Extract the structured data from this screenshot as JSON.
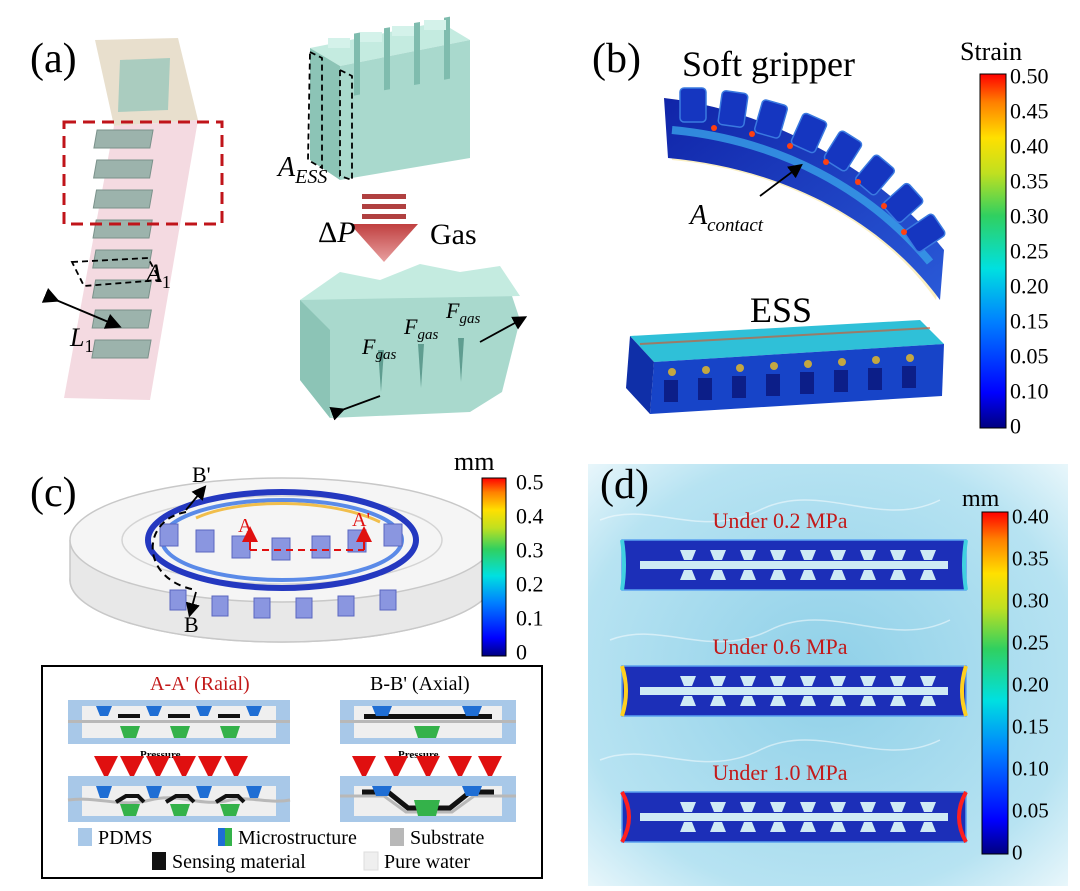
{
  "panels": {
    "a": {
      "label": "(a)",
      "a_ess": "A",
      "a_ess_sub": "ESS",
      "delta_p": "ΔP",
      "gas": "Gas",
      "a1": "A",
      "a1_sub": "1",
      "l1": "L",
      "l1_sub": "1",
      "f_gas": "F",
      "f_gas_sub": "gas"
    },
    "b": {
      "label": "(b)",
      "title_gripper": "Soft gripper",
      "title_ess": "ESS",
      "a_contact": "A",
      "a_contact_sub": "contact",
      "colorbar_title": "Strain",
      "colorbar_ticks": [
        "0.50",
        "0.45",
        "0.40",
        "0.35",
        "0.30",
        "0.25",
        "0.20",
        "0.15",
        "0.05",
        "0.10",
        "0"
      ]
    },
    "c": {
      "label": "(c)",
      "colorbar_title": "mm",
      "colorbar_ticks": [
        "0.5",
        "0.4",
        "0.3",
        "0.2",
        "0.1",
        "0"
      ],
      "marker_b_prime": "B'",
      "marker_b": "B",
      "marker_a": "A",
      "marker_a_prime": "A'",
      "section_radial": "A-A' (Raial)",
      "section_axial": "B-B' (Axial)",
      "pressure_left": "Pressure",
      "pressure_right": "Pressure",
      "legend": {
        "pdms": "PDMS",
        "microstructure": "Microstructure",
        "substrate": "Substrate",
        "sensing": "Sensing material",
        "water": "Pure water"
      }
    },
    "d": {
      "label": "(d)",
      "colorbar_title": "mm",
      "colorbar_ticks": [
        "0.40",
        "0.35",
        "0.30",
        "0.25",
        "0.20",
        "0.15",
        "0.10",
        "0.05",
        "0"
      ],
      "pressures": [
        "Under 0.2 MPa",
        "Under 0.6 MPa",
        "Under 1.0 MPa"
      ]
    }
  },
  "colors": {
    "mint": "#a9d9cd",
    "mint_dark": "#7fbcae",
    "dashed_red": "#c0141a",
    "annotation_red": "#c21a1a",
    "pdms": "#a8c8e8",
    "micro_blue": "#1f6ed4",
    "micro_green": "#34b24a",
    "substrate": "#b8b8b8",
    "sensing": "#111111",
    "water": "#efefef",
    "ess_blue": "#1c2fb8",
    "water_bg": "#bfe4f2"
  }
}
